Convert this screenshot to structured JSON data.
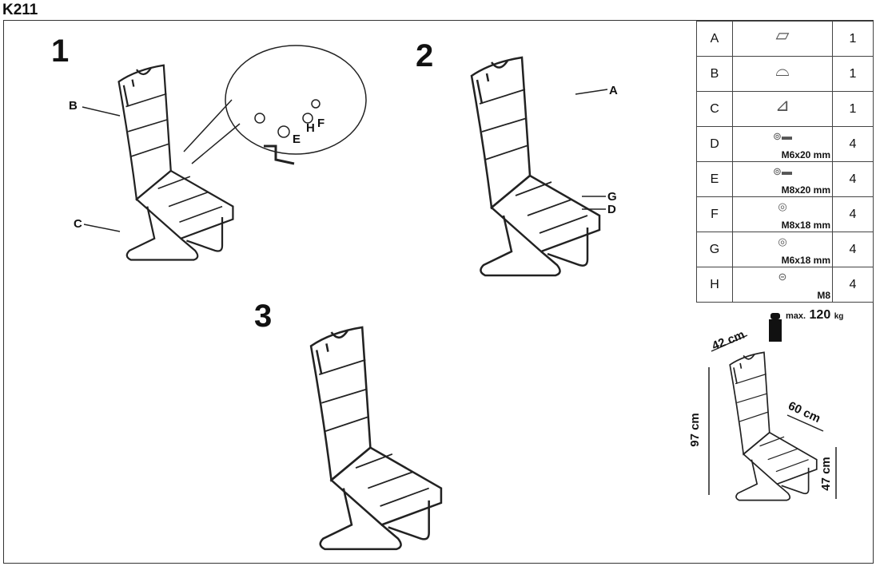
{
  "title": "K211",
  "steps": [
    "1",
    "2",
    "3"
  ],
  "step1_labels": {
    "b": "B",
    "c": "C",
    "e": "E",
    "h": "H",
    "f": "F"
  },
  "step2_labels": {
    "a": "A",
    "g": "G",
    "d": "D"
  },
  "parts": [
    {
      "letter": "A",
      "size": "",
      "qty": "1",
      "icon": "seat-icon"
    },
    {
      "letter": "B",
      "size": "",
      "qty": "1",
      "icon": "backrest-icon"
    },
    {
      "letter": "C",
      "size": "",
      "qty": "1",
      "icon": "frame-icon"
    },
    {
      "letter": "D",
      "size": "M6x20 mm",
      "qty": "4",
      "icon": "bolt-icon"
    },
    {
      "letter": "E",
      "size": "M8x20 mm",
      "qty": "4",
      "icon": "bolt-icon"
    },
    {
      "letter": "F",
      "size": "M8x18 mm",
      "qty": "4",
      "icon": "washer-icon"
    },
    {
      "letter": "G",
      "size": "M6x18 mm",
      "qty": "4",
      "icon": "washer-icon"
    },
    {
      "letter": "H",
      "size": "M8",
      "qty": "4",
      "icon": "spring-washer-icon"
    }
  ],
  "max_load": {
    "prefix": "max.",
    "value": "120",
    "unit": "kg"
  },
  "dimensions": {
    "width": "42 cm",
    "depth": "60 cm",
    "height": "97 cm",
    "seat_height": "47 cm"
  }
}
